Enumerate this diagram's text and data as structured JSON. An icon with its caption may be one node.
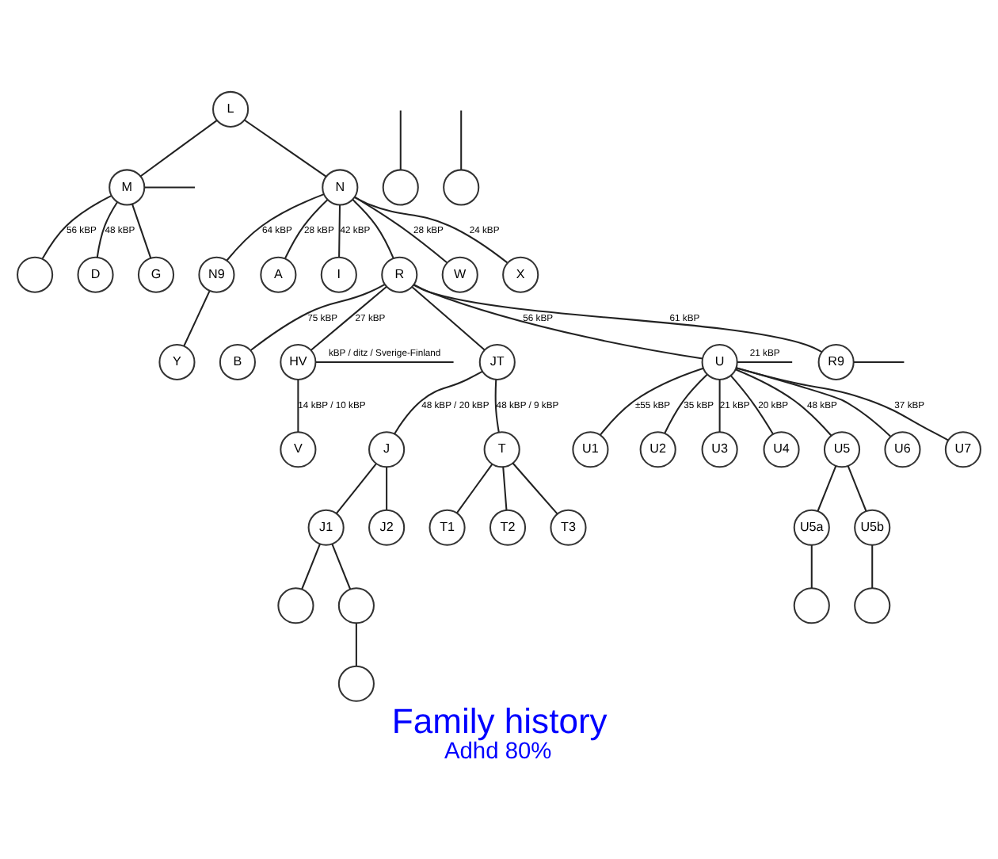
{
  "diagram": {
    "title": "Family history",
    "nodes": [
      {
        "text": [
          "L"
        ]
      },
      {
        "text": [
          "M"
        ]
      },
      {
        "text": [
          "N"
        ]
      },
      {
        "text": [],
        "shape": "circle"
      },
      {
        "text": [
          "D"
        ]
      },
      {
        "text": [
          "G"
        ]
      },
      {
        "text": [
          "N9"
        ]
      },
      {
        "text": [
          "A"
        ]
      },
      {
        "text": [
          "I"
        ]
      },
      {
        "text": [
          "R"
        ]
      },
      {
        "text": [
          "W"
        ]
      },
      {
        "text": [
          "X"
        ]
      },
      {
        "text": [
          "Y"
        ]
      },
      {
        "text": [
          "B"
        ]
      },
      {
        "text": [
          "HV"
        ]
      },
      {
        "text": [
          "JT"
        ]
      },
      {
        "text": [
          "U"
        ]
      },
      {
        "text": [
          "R9"
        ]
      },
      {
        "text": [
          "V"
        ]
      },
      {
        "text": [
          "J"
        ]
      },
      {
        "text": [
          "T"
        ]
      },
      {
        "text": [
          "U1"
        ]
      },
      {
        "text": [
          "U2"
        ]
      },
      {
        "text": [
          "U3"
        ]
      },
      {
        "text": [
          "U4"
        ]
      },
      {
        "text": [
          "U5"
        ]
      },
      {
        "text": [
          "U6"
        ]
      },
      {
        "text": [
          "U7"
        ]
      },
      {
        "text": [],
        "shape": "circle"
      },
      {
        "text": [],
        "shape": "circle"
      },
      {
        "text": [
          "J1"
        ]
      },
      {
        "text": [
          "J2"
        ]
      },
      {
        "text": [
          "T1"
        ]
      },
      {
        "text": [
          "T2"
        ]
      },
      {
        "text": [
          "T3"
        ]
      },
      {
        "text": [
          "U5a"
        ]
      },
      {
        "text": [
          "U5b"
        ]
      },
      {
        "text": [],
        "shape": "circle"
      },
      {
        "text": [],
        "shape": "circle"
      },
      {
        "text": [],
        "shape": "circle"
      },
      {
        "text": [],
        "shape": "circle"
      },
      {
        "text": [],
        "shape": "circle"
      }
    ],
    "edges": [
      {
        "from": 0,
        "to": 1,
        "arrow": "none"
      },
      {
        "from": 0,
        "to": 2,
        "arrow": "none"
      },
      {
        "from": 1,
        "to": null,
        "arrow": "none"
      },
      {
        "from": 1,
        "to": 3,
        "arrow": "none",
        "label": "56 kBP"
      },
      {
        "from": 1,
        "to": 4,
        "arrow": "none",
        "label": "48 kBP"
      },
      {
        "from": 1,
        "to": 5,
        "arrow": "none"
      },
      {
        "from": 2,
        "to": 6,
        "arrow": "none",
        "label": "64 kBP"
      },
      {
        "from": 2,
        "to": 7,
        "arrow": "none",
        "label": "28 kBP"
      },
      {
        "from": 2,
        "to": 8,
        "arrow": "none",
        "label": "42 kBP"
      },
      {
        "from": 2,
        "to": 9,
        "arrow": "none"
      },
      {
        "from": 2,
        "to": 10,
        "arrow": "none",
        "label": "28 kBP"
      },
      {
        "from": 2,
        "to": 11,
        "arrow": "none",
        "label": "24 kBP"
      },
      {
        "from": 6,
        "to": 12,
        "arrow": "none"
      },
      {
        "from": 9,
        "to": 13,
        "arrow": "none",
        "label": "75 kBP"
      },
      {
        "from": 9,
        "to": 14,
        "arrow": "none",
        "label": "27 kBP"
      },
      {
        "from": 9,
        "to": 15,
        "arrow": "none"
      },
      {
        "from": 9,
        "to": 16,
        "arrow": "none",
        "label": "56 kBP"
      },
      {
        "from": 9,
        "to": 17,
        "arrow": "none",
        "label": "61 kBP"
      },
      {
        "from": 14,
        "to": null,
        "arrow": "none",
        "label": "kBP / ditz / Sverige-Finland"
      },
      {
        "from": 14,
        "to": 18,
        "arrow": "none",
        "label": "14 kBP / 10 kBP"
      },
      {
        "from": 15,
        "to": 19,
        "arrow": "none",
        "label": "48 kBP / 20 kBP"
      },
      {
        "from": 15,
        "to": 20,
        "arrow": "none",
        "label": "48 kBP / 9 kBP"
      },
      {
        "from": 16,
        "to": 21,
        "arrow": "none",
        "label": "±55 kBP"
      },
      {
        "from": 16,
        "to": 22,
        "arrow": "none",
        "label": "35 kBP"
      },
      {
        "from": 16,
        "to": 23,
        "arrow": "none",
        "label": "21 kBP"
      },
      {
        "from": 16,
        "to": 24,
        "arrow": "none",
        "label": "20 kBP"
      },
      {
        "from": 16,
        "to": 25,
        "arrow": "none",
        "label": "48 kBP"
      },
      {
        "from": 16,
        "to": 26,
        "arrow": "none"
      },
      {
        "from": 16,
        "to": 27,
        "arrow": "none",
        "label": "37 kBP"
      },
      {
        "from": 16,
        "to": null,
        "arrow": "none",
        "label": "21 kBP"
      },
      {
        "from": 17,
        "to": null,
        "arrow": "none"
      },
      {
        "from": null,
        "to": 28,
        "arrow": "none"
      },
      {
        "from": null,
        "to": 29,
        "arrow": "none"
      },
      {
        "from": 19,
        "to": 30,
        "arrow": "none"
      },
      {
        "from": 19,
        "to": 31,
        "arrow": "none"
      },
      {
        "from": 20,
        "to": 32,
        "arrow": "none"
      },
      {
        "from": 20,
        "to": 33,
        "arrow": "none"
      },
      {
        "from": 20,
        "to": 34,
        "arrow": "none"
      },
      {
        "from": 25,
        "to": 35,
        "arrow": "none"
      },
      {
        "from": 25,
        "to": 36,
        "arrow": "none"
      },
      {
        "from": 30,
        "to": 37,
        "arrow": "none"
      },
      {
        "from": 30,
        "to": 38,
        "arrow": "none"
      },
      {
        "from": 38,
        "to": 39,
        "arrow": "none"
      },
      {
        "from": 35,
        "to": 40,
        "arrow": "none"
      },
      {
        "from": 36,
        "to": 41,
        "arrow": "none"
      }
    ],
    "labels": [
      "Adhd 80%"
    ]
  }
}
